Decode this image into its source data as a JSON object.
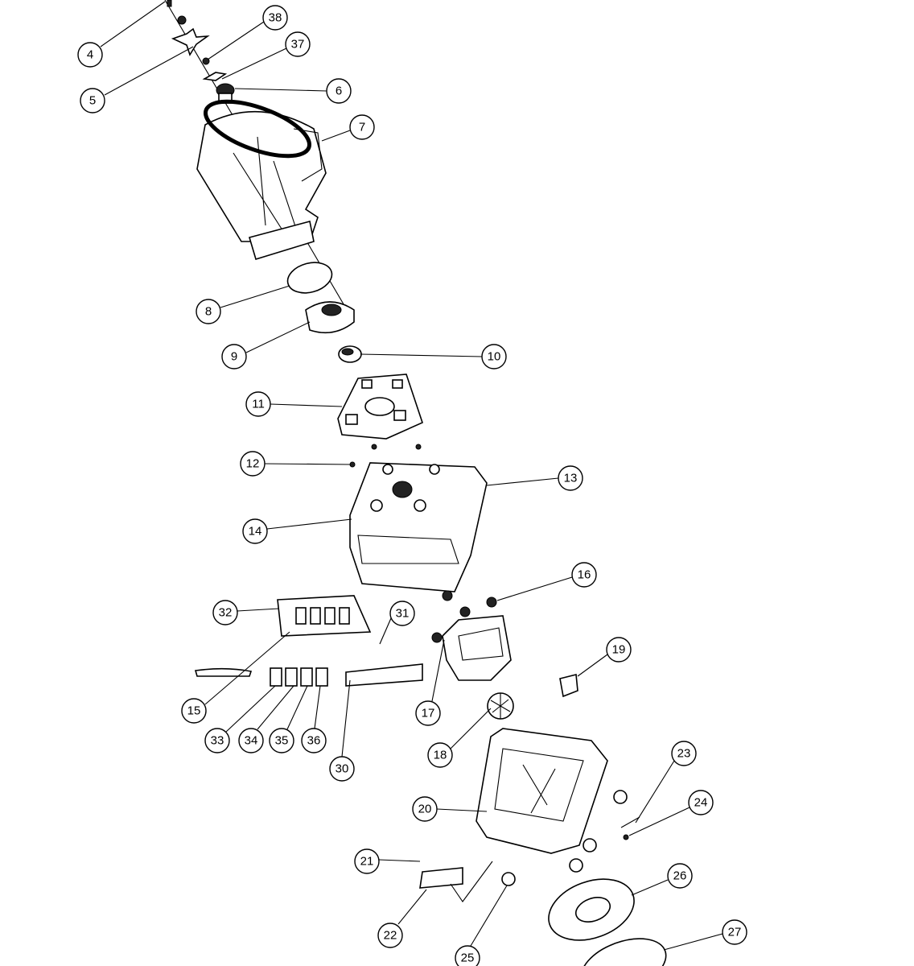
{
  "title": "Blender exploded parts diagram",
  "callouts": [
    "4",
    "5",
    "38",
    "37",
    "6",
    "7",
    "8",
    "9",
    "10",
    "11",
    "12",
    "13",
    "14",
    "16",
    "32",
    "31",
    "15",
    "33",
    "34",
    "35",
    "36",
    "30",
    "17",
    "18",
    "19",
    "23",
    "24",
    "20",
    "26",
    "21",
    "22",
    "25",
    "27"
  ]
}
